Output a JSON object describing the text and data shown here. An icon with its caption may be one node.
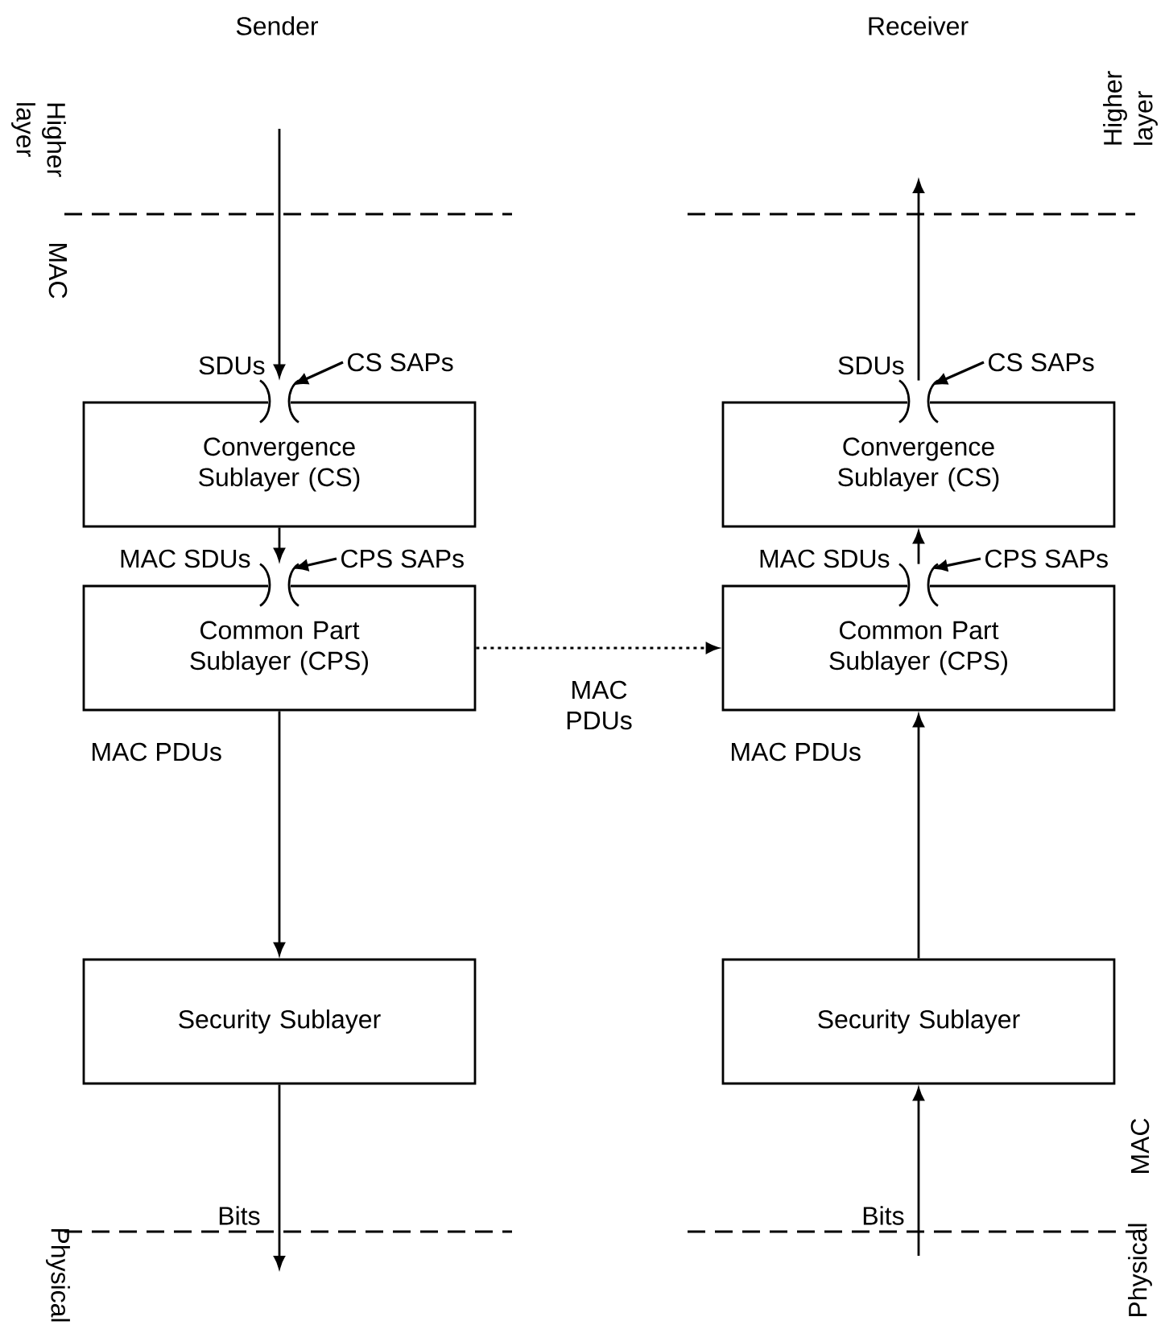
{
  "diagram": {
    "nodes": [
      {
        "text": [
          "Convergence Sublayer (CS)"
        ]
      },
      {
        "text": [
          "Common Part Sublayer (CPS)"
        ]
      },
      {
        "text": [
          "Security Sublayer"
        ]
      },
      {
        "text": [
          "Convergence Sublayer (CS)"
        ]
      },
      {
        "text": [
          "Common Part Sublayer (CPS)"
        ]
      },
      {
        "text": [
          "Security Sublayer"
        ]
      },
      {
        "text": [
          "CS SAPs"
        ]
      },
      {
        "text": [
          "CPS SAPs"
        ]
      },
      {
        "text": [
          "CS SAPs"
        ]
      },
      {
        "text": [
          "CPS SAPs"
        ]
      }
    ],
    "edges": [
      {
        "from": null,
        "to": 0,
        "arrow": "to",
        "label": "SDUs"
      },
      {
        "from": 0,
        "to": 1,
        "arrow": "to",
        "label": "MAC SDUs"
      },
      {
        "from": 1,
        "to": 2,
        "arrow": "to",
        "label": "MAC PDUs"
      },
      {
        "from": 2,
        "to": null,
        "arrow": "to",
        "label": "Bits"
      },
      {
        "from": 1,
        "to": 4,
        "arrow": "to",
        "label": "MAC PDUs",
        "style": "dashed"
      },
      {
        "from": null,
        "to": 5,
        "arrow": "to",
        "label": "Bits"
      },
      {
        "from": 5,
        "to": 4,
        "arrow": "to",
        "label": "MAC PDUs"
      },
      {
        "from": 4,
        "to": 3,
        "arrow": "to",
        "label": "MAC SDUs"
      },
      {
        "from": 3,
        "to": null,
        "arrow": "to",
        "label": "SDUs"
      },
      {
        "from": 6,
        "to": 0,
        "arrow": "to"
      },
      {
        "from": 7,
        "to": 1,
        "arrow": "to"
      },
      {
        "from": 8,
        "to": 3,
        "arrow": "to"
      },
      {
        "from": 9,
        "to": 4,
        "arrow": "to"
      }
    ],
    "labels": [
      "Sender",
      "Receiver",
      "Higher layer",
      "MAC",
      "Physical",
      "Higher layer",
      "MAC",
      "Physical"
    ]
  }
}
